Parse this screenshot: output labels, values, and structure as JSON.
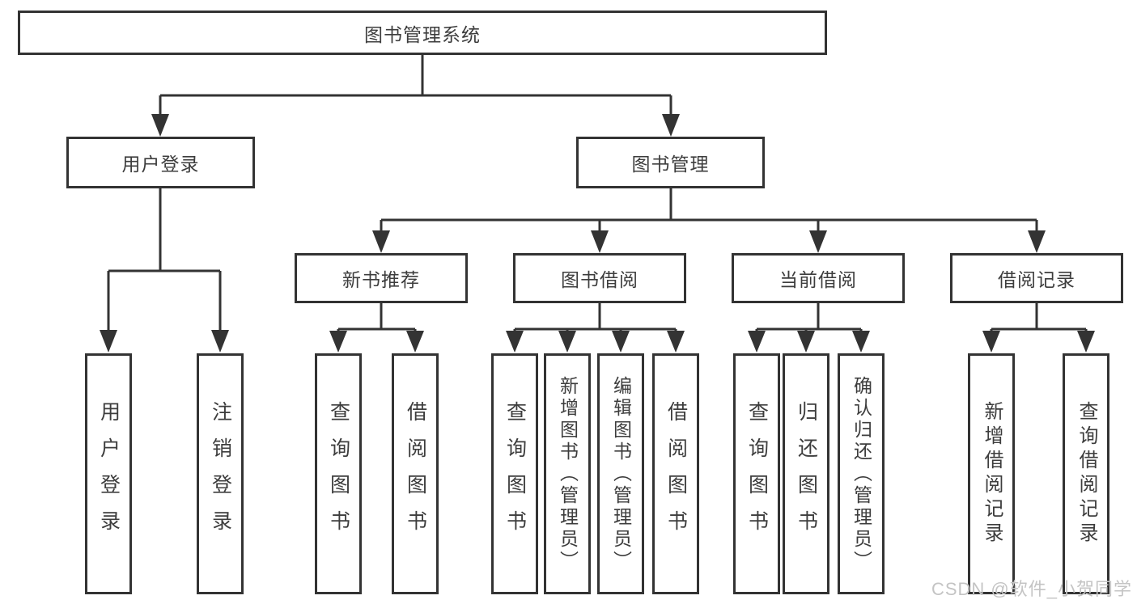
{
  "tree": {
    "label": "图书管理系统",
    "children": [
      {
        "label": "用户登录",
        "children": [
          {
            "label": "用户登录"
          },
          {
            "label": "注销登录"
          }
        ]
      },
      {
        "label": "图书管理",
        "children": [
          {
            "label": "新书推荐",
            "children": [
              {
                "label": "查询图书"
              },
              {
                "label": "借阅图书"
              }
            ]
          },
          {
            "label": "图书借阅",
            "children": [
              {
                "label": "查询图书"
              },
              {
                "label": "新增图书（管理员）"
              },
              {
                "label": "编辑图书（管理员）"
              },
              {
                "label": "借阅图书"
              }
            ]
          },
          {
            "label": "当前借阅",
            "children": [
              {
                "label": "查询图书"
              },
              {
                "label": "归还图书"
              },
              {
                "label": "确认归还（管理员）"
              }
            ]
          },
          {
            "label": "借阅记录",
            "children": [
              {
                "label": "新增借阅记录"
              },
              {
                "label": "查询借阅记录"
              }
            ]
          }
        ]
      }
    ]
  },
  "watermark": {
    "text": "CSDN @软件_小贺同学"
  },
  "colors": {
    "line": "#333333",
    "box_border": "#333333",
    "box_fill": "#ffffff",
    "text": "#3d3d3d",
    "watermark": "#c4c4c4",
    "background": "#ffffff"
  }
}
